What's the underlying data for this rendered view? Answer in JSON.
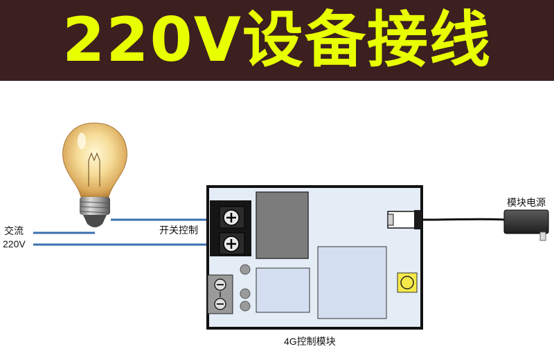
{
  "banner": {
    "title": "220V设备接线",
    "background": "#3c1f1f",
    "title_color": "#e8ff00"
  },
  "labels": {
    "ac_line1": "交流",
    "ac_line2": "220V",
    "switch_control": "开关控制",
    "module_power": "模块电源",
    "module_name": "4G控制模块"
  },
  "colors": {
    "wire": "#3a6fb0",
    "power_cord": "#111111",
    "module_body": "#e4ecf6",
    "relay": "#7c7c7c"
  }
}
